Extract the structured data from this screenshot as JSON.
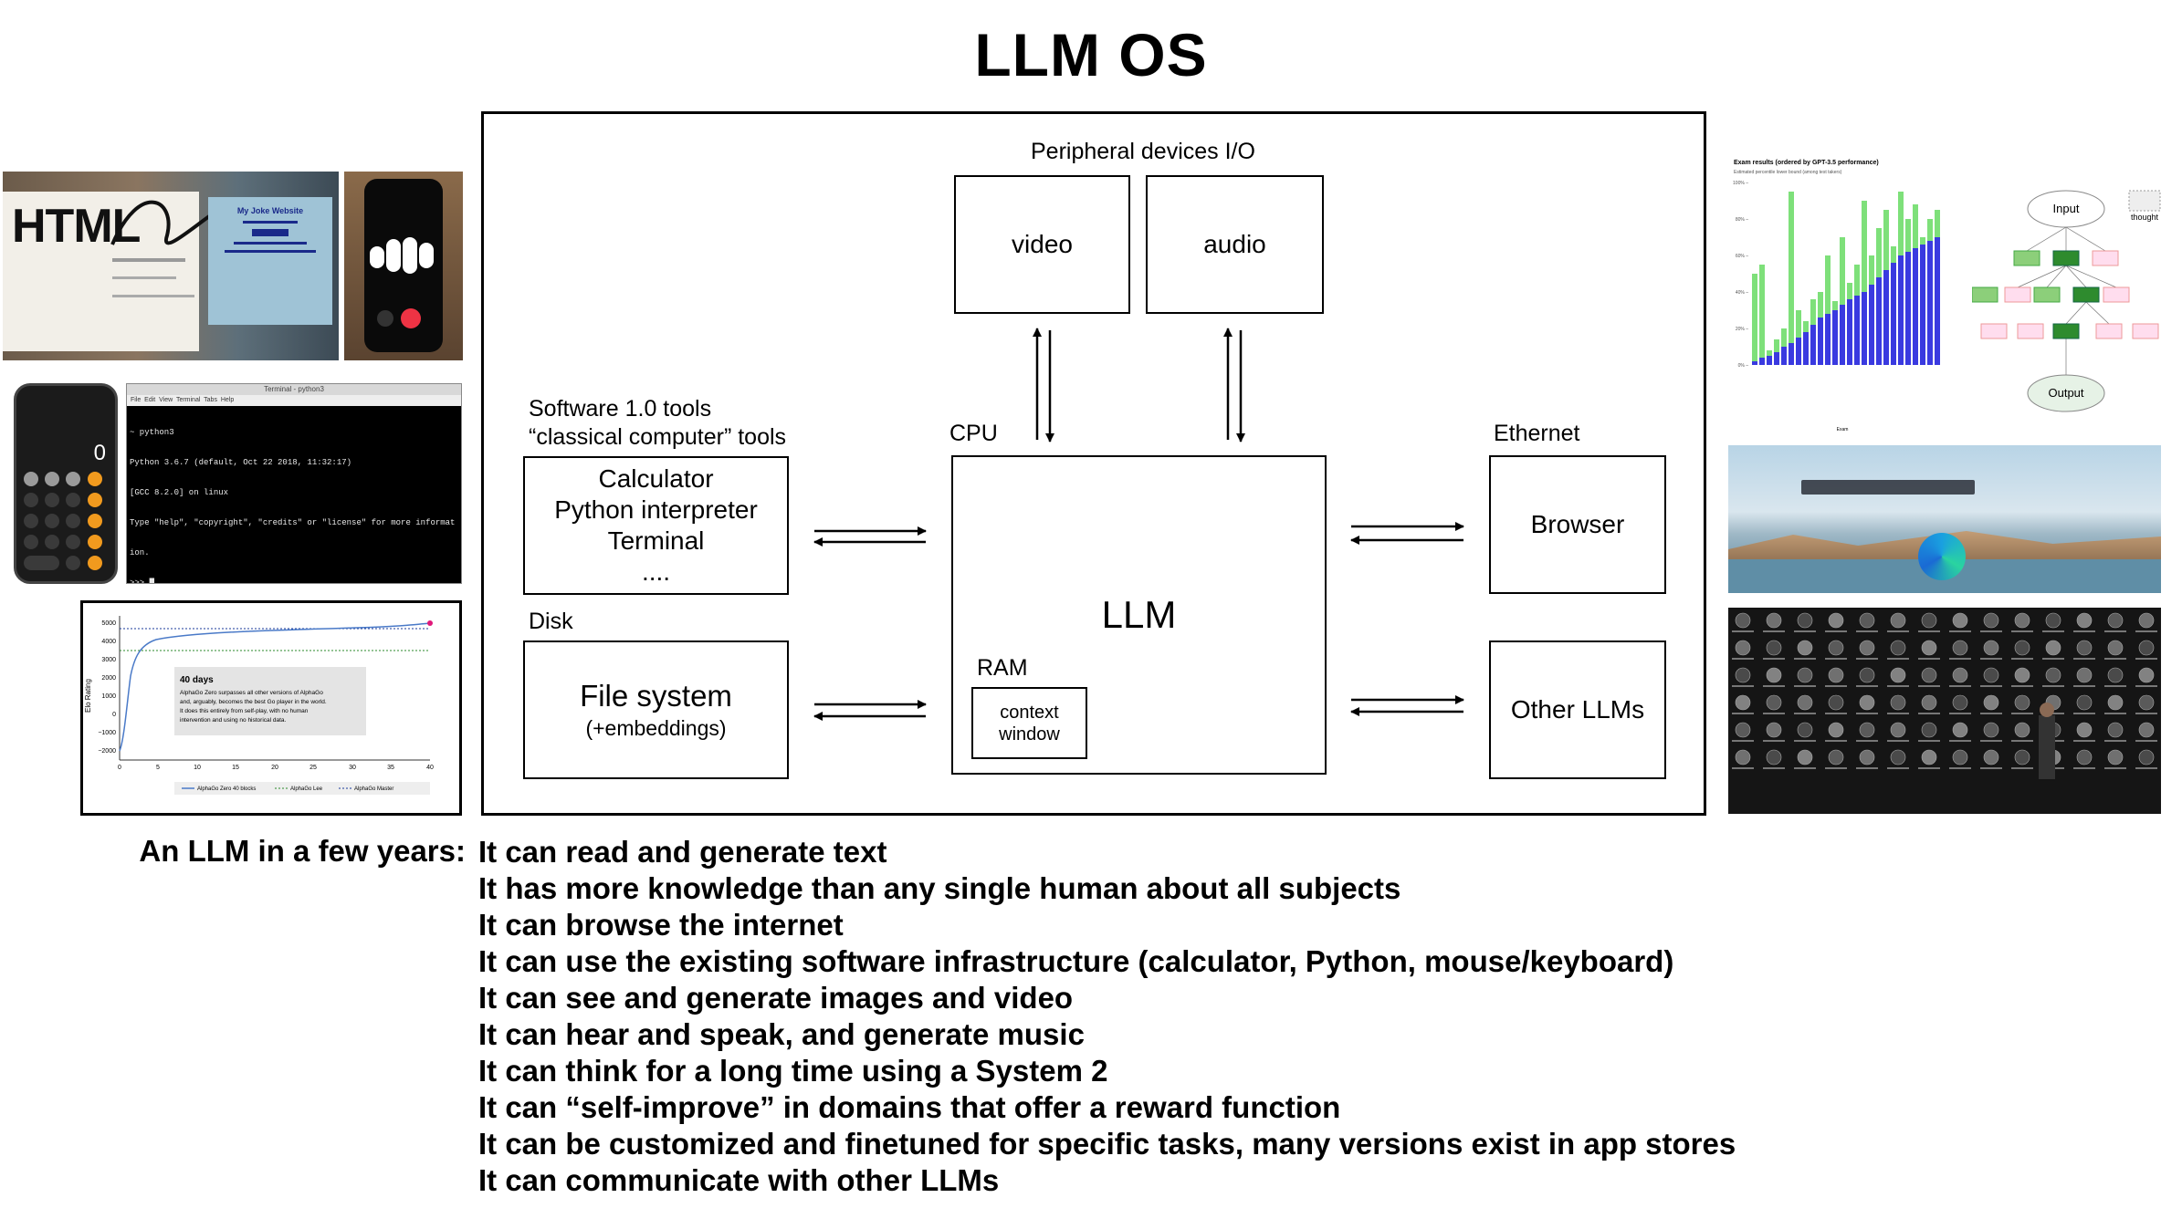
{
  "title": "LLM OS",
  "diagram": {
    "peripheral_label": "Peripheral devices I/O",
    "video": "video",
    "audio": "audio",
    "software_label_1": "Software 1.0 tools",
    "software_label_2": "“classical computer” tools",
    "tools": [
      "Calculator",
      "Python interpreter",
      "Terminal",
      "...."
    ],
    "cpu_label": "CPU",
    "llm": "LLM",
    "ram_label": "RAM",
    "context_window": [
      "context",
      "window"
    ],
    "ethernet_label": "Ethernet",
    "browser": "Browser",
    "other_llms": "Other LLMs",
    "disk_label": "Disk",
    "file_system": "File system",
    "embeddings": "(+embeddings)"
  },
  "thumbnails": {
    "html_sketch": {
      "big_text": "HTML",
      "site_title": "My Joke Website"
    },
    "terminal": {
      "title": "Terminal - python3",
      "menu": [
        "File",
        "Edit",
        "View",
        "Terminal",
        "Tabs",
        "Help"
      ],
      "lines": [
        "~ python3",
        "Python 3.6.7 (default, Oct 22 2018, 11:32:17)",
        "[GCC 8.2.0] on linux",
        "Type \"help\", \"copyright\", \"credits\" or \"license\" for more informat",
        "ion.",
        ">>> █"
      ]
    },
    "calculator": {
      "display": "0"
    },
    "alphago": {
      "annotation_title": "40 days",
      "annotation_text": [
        "AlphaGo Zero surpasses all other versions of AlphaGo",
        "and, arguably, becomes the best Go player in the world.",
        "It does this entirely from self-play, with no human",
        "intervention and using no historical data."
      ],
      "ylabel": "Elo Rating",
      "yticks": [
        "5000",
        "4000",
        "3000",
        "2000",
        "1000",
        "0",
        "−1000",
        "−2000"
      ],
      "xticks": [
        "0",
        "5",
        "10",
        "15",
        "20",
        "25",
        "30",
        "35",
        "40"
      ],
      "legend": [
        "AlphaGo Zero 40 blocks",
        "AlphaGo Lee",
        "AlphaGo Master"
      ]
    },
    "exam_chart": {
      "title": "Exam results (ordered by GPT-3.5 performance)",
      "subtitle": "Estimated percentile lower bound (among test takers)",
      "yticks": [
        "100% –",
        "80% –",
        "60% –",
        "40% –",
        "20% –",
        "0% –"
      ],
      "xlabel": "Exam"
    },
    "tree": {
      "input": "Input",
      "output": "Output",
      "thought": "thought"
    }
  },
  "capabilities_intro": "An LLM in a few years:",
  "capabilities": [
    "It can read and generate text",
    "It has more knowledge than any single human about all subjects",
    "It can browse the internet",
    "It can use the existing software infrastructure (calculator, Python, mouse/keyboard)",
    "It can see and generate images and video",
    "It can hear and speak, and generate music",
    "It can think for a long time using a System 2",
    "It can “self-improve” in domains that offer a reward function",
    "It can be customized and finetuned for specific tasks, many versions exist in app stores",
    "It can communicate with other LLMs"
  ]
}
